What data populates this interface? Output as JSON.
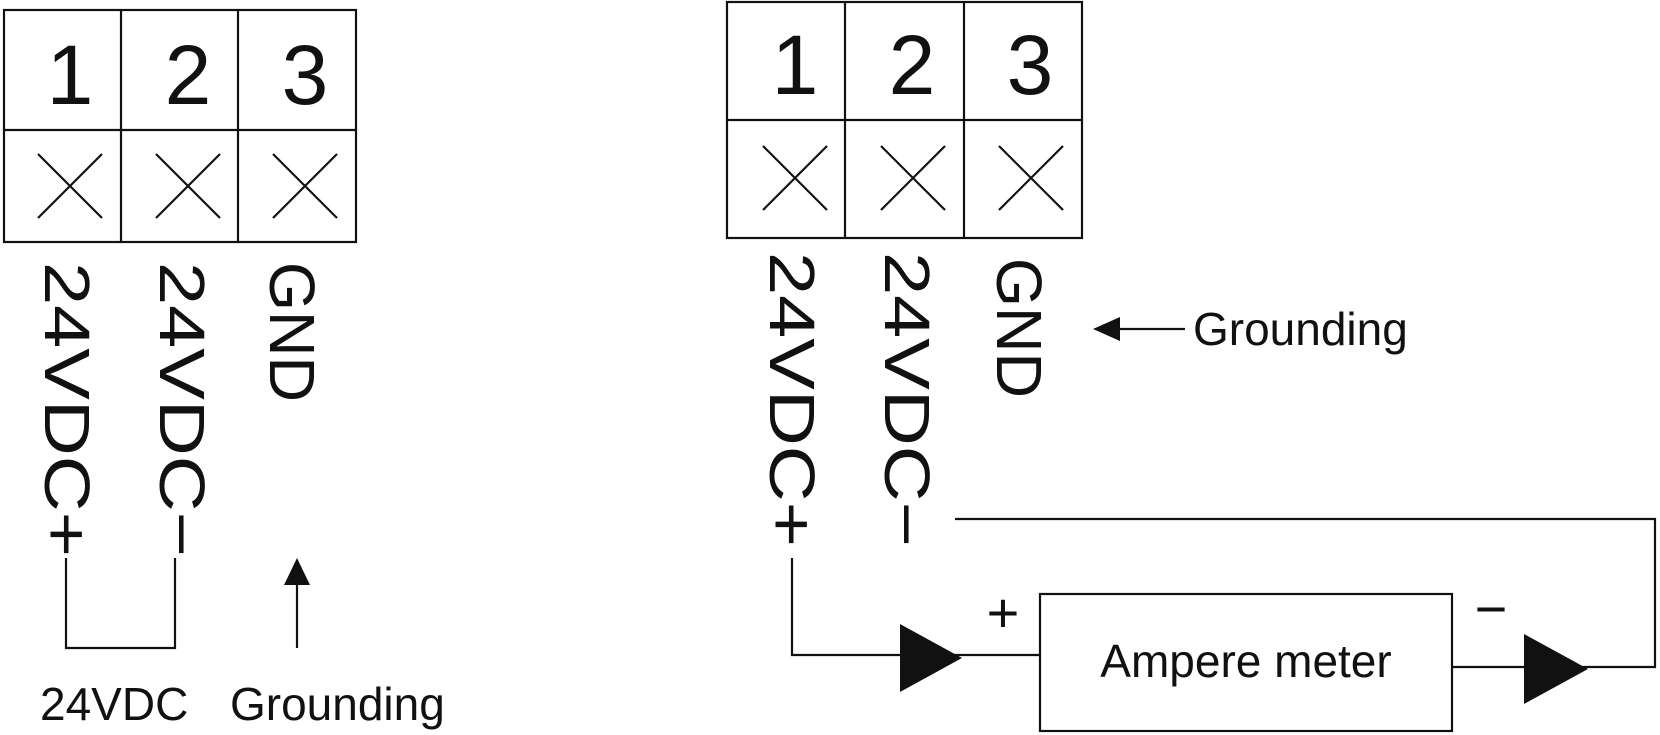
{
  "left_diagram": {
    "terminals": [
      {
        "number": "1",
        "label": "24VDC+"
      },
      {
        "number": "2",
        "label": "24VDC−"
      },
      {
        "number": "3",
        "label": "GND"
      }
    ],
    "label_24vdc": "24VDC",
    "label_grounding": "Grounding"
  },
  "right_diagram": {
    "terminals": [
      {
        "number": "1",
        "label": "24VDC+"
      },
      {
        "number": "2",
        "label": "24VDC−"
      },
      {
        "number": "3",
        "label": "GND"
      }
    ],
    "label_grounding": "Grounding",
    "meter_label": "Ampere meter",
    "meter_plus": "+",
    "meter_minus": "−"
  }
}
